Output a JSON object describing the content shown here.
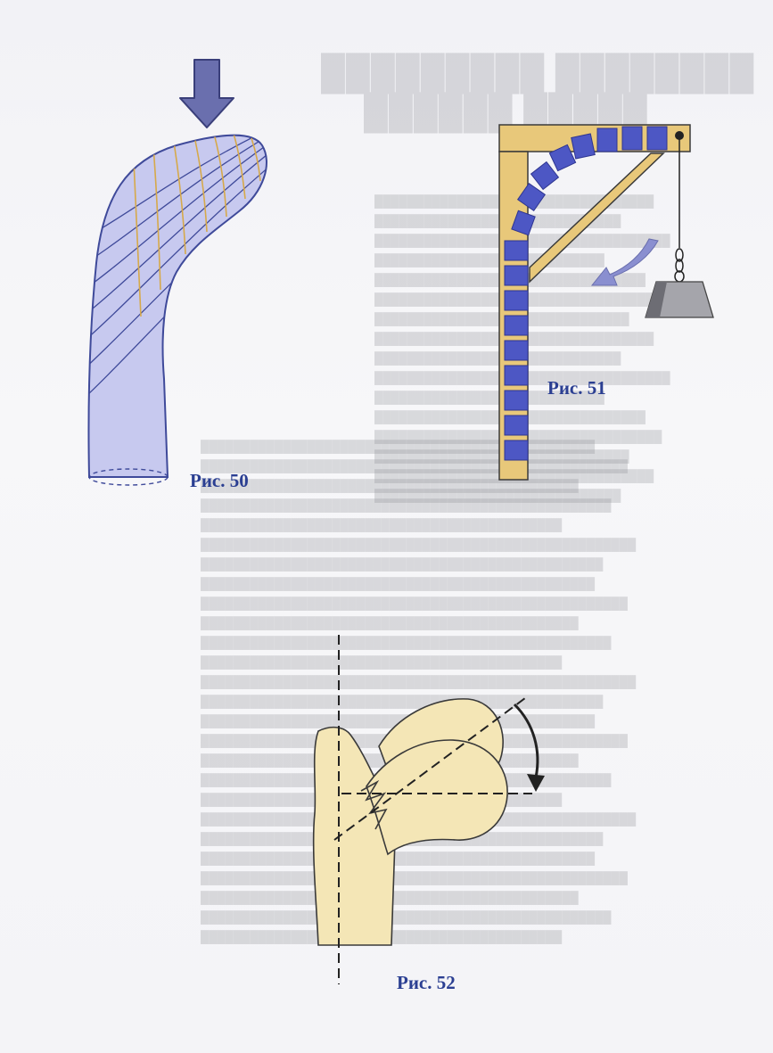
{
  "figures": {
    "fig50": {
      "caption": "Рис. 50"
    },
    "fig51": {
      "caption": "Рис. 51"
    },
    "fig52": {
      "caption": "Рис. 52"
    }
  },
  "colors": {
    "bone_fill": "#c7c9ef",
    "bone_lines": "#3f4a9a",
    "trabecula": "#d6a94a",
    "arrow": "#6a6fae",
    "frame": "#e8c87a",
    "blocks": "#4d57c4",
    "weight": "#a5a5ab",
    "femur": "#f4e6b6",
    "caption": "#2b3f92"
  },
  "icons": {
    "load_arrow": "down-arrow-icon",
    "tilt_arrow": "curved-arrow-icon",
    "rotation_arrow": "curved-arrow-icon"
  }
}
